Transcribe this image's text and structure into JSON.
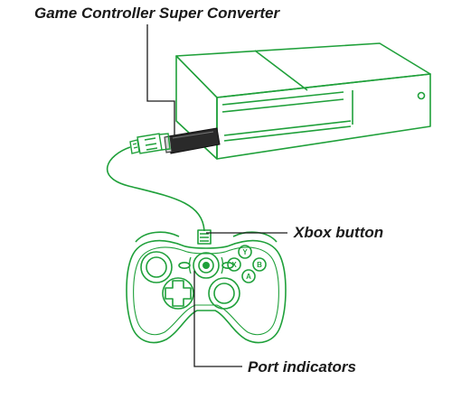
{
  "labels": {
    "title": "Game Controller Super Converter",
    "xbox_button": "Xbox button",
    "port_indicators": "Port indicators"
  },
  "controller_buttons": {
    "y": "Y",
    "x": "X",
    "b": "B",
    "a": "A"
  },
  "colors": {
    "line_art": "#1fa03a",
    "leader": "#1a1a1a",
    "dongle": "#2a2a2a",
    "text": "#1a1a1a"
  }
}
